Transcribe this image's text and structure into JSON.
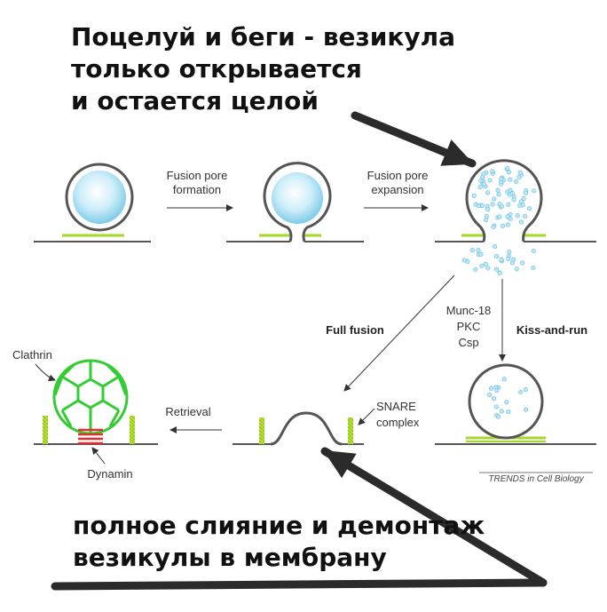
{
  "annotation_top": {
    "lines": [
      "Поцелуй и беги - везикула",
      "только открывается",
      "и остается целой"
    ]
  },
  "annotation_bottom": {
    "lines": [
      "полное слияние и демонтаж",
      "везикулы в мембрану"
    ]
  },
  "diagram": {
    "labels": {
      "fusion_pore_formation": [
        "Fusion pore",
        "formation"
      ],
      "fusion_pore_expansion": [
        "Fusion pore",
        "expansion"
      ],
      "full_fusion": "Full fusion",
      "kiss_and_run": "Kiss-and-run",
      "regulators": [
        "Munc-18",
        "PKC",
        "Csp"
      ],
      "snare_complex": [
        "SNARE",
        "complex"
      ],
      "retrieval": "Retrieval",
      "clathrin": "Clathrin",
      "dynamin": "Dynamin",
      "credit": "TRENDS in Cell Biology"
    },
    "colors": {
      "membrane": "#555555",
      "vesicle_fill": "#bfe8f8",
      "snare": "#b9e23a",
      "clathrin": "#33cc33",
      "dynamin": "#e03030",
      "annotation_arrow": "#2b2b2b"
    }
  }
}
